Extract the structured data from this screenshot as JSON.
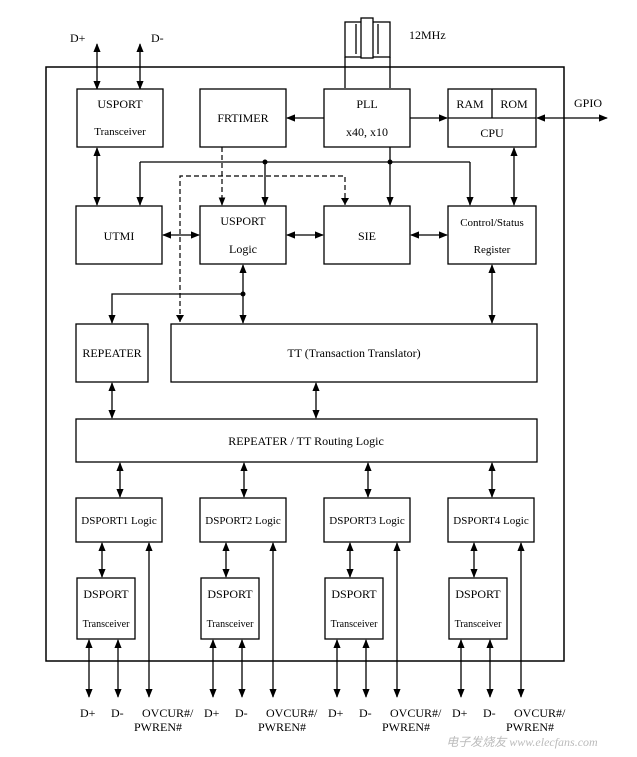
{
  "signals": {
    "dplus": "D+",
    "dminus": "D-",
    "crystal": "12MHz",
    "gpio": "GPIO",
    "ovcur": "OVCUR#/",
    "pwren": "PWREN#"
  },
  "blocks": {
    "usport_transceiver": [
      "USPORT",
      "Transceiver"
    ],
    "frtimer": "FRTIMER",
    "pll": [
      "PLL",
      "x40, x10"
    ],
    "ram": "RAM",
    "rom": "ROM",
    "cpu": "CPU",
    "utmi": "UTMI",
    "usport_logic": [
      "USPORT",
      "Logic"
    ],
    "sie": "SIE",
    "control_status": [
      "Control/Status",
      "Register"
    ],
    "repeater": "REPEATER",
    "tt": "TT (Transaction Translator)",
    "routing": "REPEATER / TT Routing Logic",
    "dsport_logic": [
      "DSPORT1 Logic",
      "DSPORT2 Logic",
      "DSPORT3 Logic",
      "DSPORT4 Logic"
    ],
    "dsport_transceiver": [
      "DSPORT",
      "Transceiver"
    ]
  },
  "watermark": "电子发烧友 www.elecfans.com"
}
